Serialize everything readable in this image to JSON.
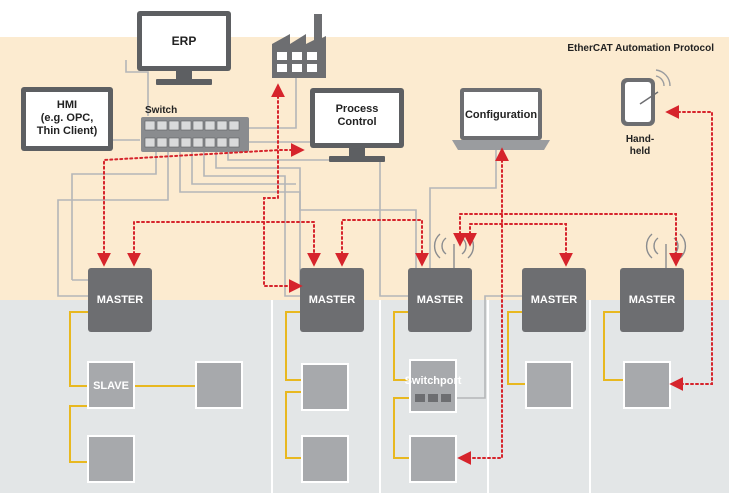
{
  "title": "EtherCAT Automation Protocol",
  "devices": {
    "erp": "ERP",
    "hmi_line1": "HMI",
    "hmi_line2": "(e.g. OPC,",
    "hmi_line3": "Thin Client)",
    "switch": "Switch",
    "process_line1": "Process",
    "process_line2": "Control",
    "configuration": "Configuration",
    "handheld_line1": "Hand-",
    "handheld_line2": "held"
  },
  "masters": [
    "MASTER",
    "MASTER",
    "MASTER",
    "MASTER",
    "MASTER"
  ],
  "slave_label": "SLAVE",
  "switchport_label": "Switchport",
  "colors": {
    "top_band": "#fcebd0",
    "bottom_band": "#e3e6e7",
    "master": "#6d6e71",
    "slave": "#a7a9ac",
    "ethercat_line": "#e8b820",
    "ethernet_line": "#b4b6b8",
    "dotted_link": "#d6242c"
  },
  "icons": [
    "monitor-icon",
    "factory-icon",
    "network-switch-icon",
    "laptop-icon",
    "handheld-device-icon",
    "wireless-signal-icon"
  ]
}
